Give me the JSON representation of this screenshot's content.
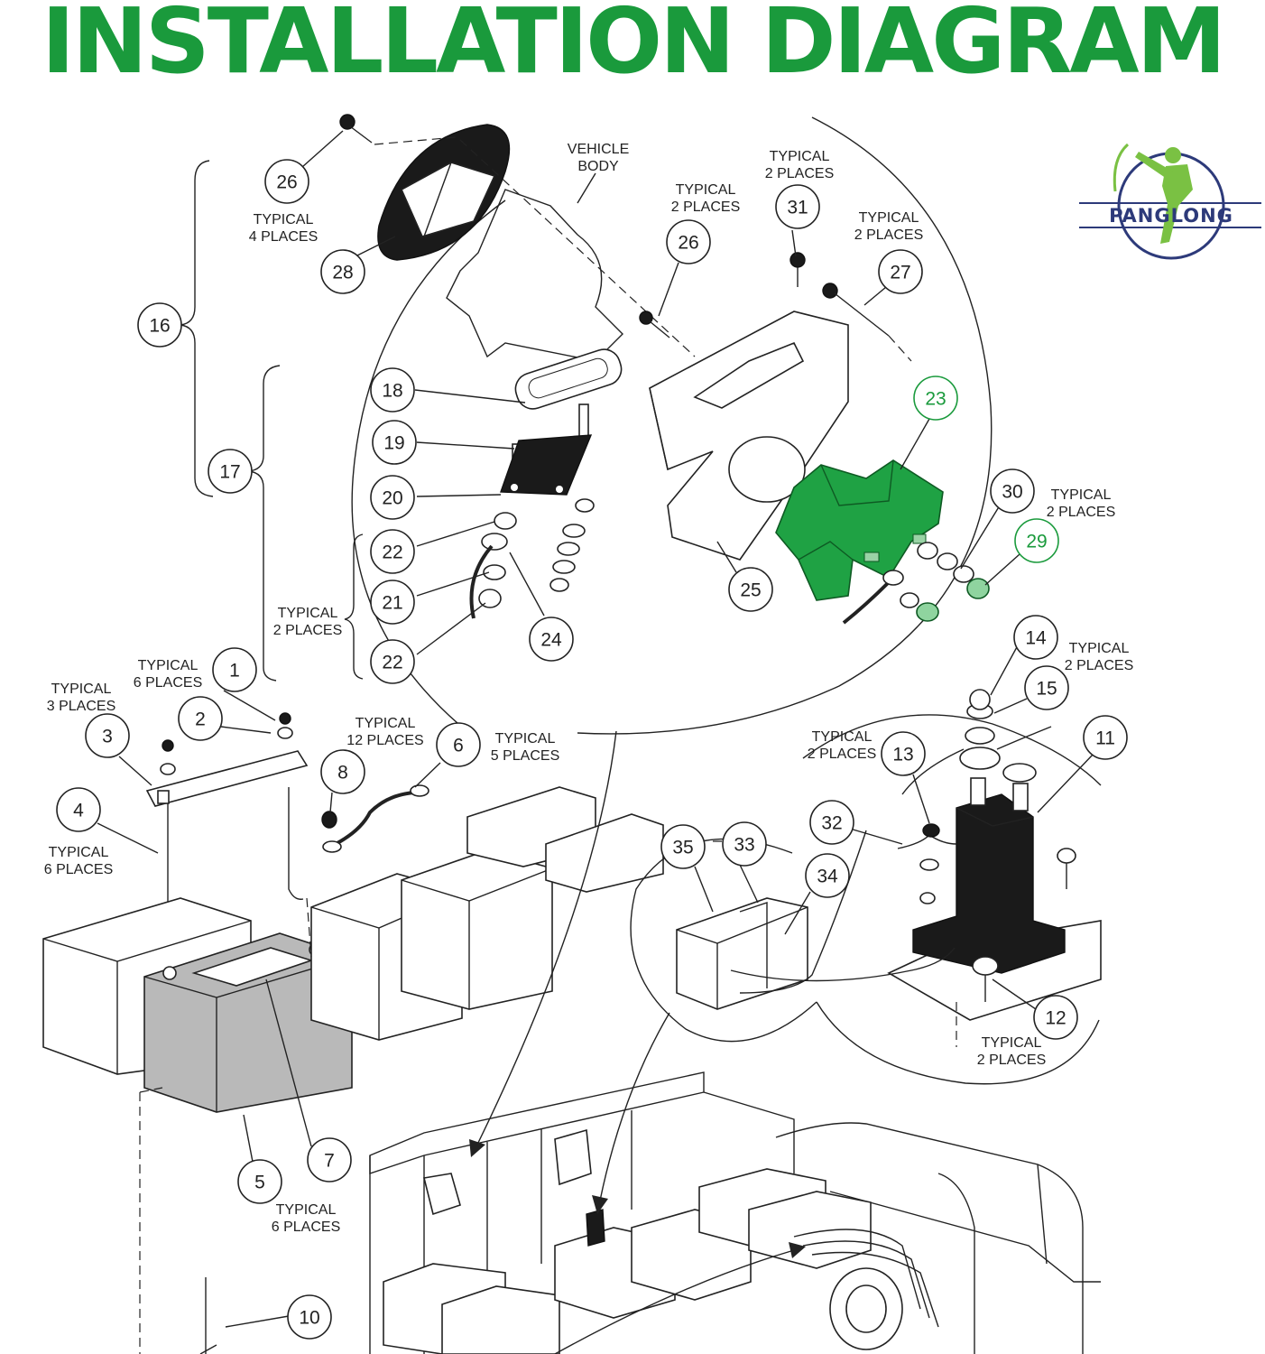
{
  "title": "INSTALLATION DIAGRAM",
  "logo": {
    "text": "PANGLONG",
    "ring_color": "#2d3a7a",
    "figure_color": "#7ac143"
  },
  "colors": {
    "title": "#1a9a3c",
    "highlight": "#1fa244"
  },
  "callouts": [
    {
      "id": "c26a",
      "label": "26"
    },
    {
      "id": "c28",
      "label": "28"
    },
    {
      "id": "c16",
      "label": "16"
    },
    {
      "id": "c18",
      "label": "18"
    },
    {
      "id": "c19",
      "label": "19"
    },
    {
      "id": "c20",
      "label": "20"
    },
    {
      "id": "c17",
      "label": "17"
    },
    {
      "id": "c22a",
      "label": "22"
    },
    {
      "id": "c21",
      "label": "21"
    },
    {
      "id": "c22b",
      "label": "22"
    },
    {
      "id": "c24",
      "label": "24"
    },
    {
      "id": "c26b",
      "label": "26"
    },
    {
      "id": "c31",
      "label": "31"
    },
    {
      "id": "c27",
      "label": "27"
    },
    {
      "id": "c23",
      "label": "23"
    },
    {
      "id": "c30",
      "label": "30"
    },
    {
      "id": "c29",
      "label": "29"
    },
    {
      "id": "c25",
      "label": "25"
    },
    {
      "id": "c14",
      "label": "14"
    },
    {
      "id": "c15",
      "label": "15"
    },
    {
      "id": "c13",
      "label": "13"
    },
    {
      "id": "c11",
      "label": "11"
    },
    {
      "id": "c32",
      "label": "32"
    },
    {
      "id": "c35",
      "label": "35"
    },
    {
      "id": "c33",
      "label": "33"
    },
    {
      "id": "c34",
      "label": "34"
    },
    {
      "id": "c12",
      "label": "12"
    },
    {
      "id": "c1",
      "label": "1"
    },
    {
      "id": "c2",
      "label": "2"
    },
    {
      "id": "c3",
      "label": "3"
    },
    {
      "id": "c4",
      "label": "4"
    },
    {
      "id": "c8",
      "label": "8"
    },
    {
      "id": "c6",
      "label": "6"
    },
    {
      "id": "c5",
      "label": "5"
    },
    {
      "id": "c7",
      "label": "7"
    },
    {
      "id": "c10",
      "label": "10"
    }
  ],
  "notes": [
    {
      "id": "n_vehicle",
      "lines": [
        "VEHICLE",
        "BODY"
      ]
    },
    {
      "id": "n_t4",
      "lines": [
        "TYPICAL",
        "4 PLACES"
      ]
    },
    {
      "id": "n_t2_31",
      "lines": [
        "TYPICAL",
        "2 PLACES"
      ]
    },
    {
      "id": "n_t2_26",
      "lines": [
        "TYPICAL",
        "2 PLACES"
      ]
    },
    {
      "id": "n_t2_27",
      "lines": [
        "TYPICAL",
        "2 PLACES"
      ]
    },
    {
      "id": "n_t2_30",
      "lines": [
        "TYPICAL",
        "2 PLACES"
      ]
    },
    {
      "id": "n_t2_22",
      "lines": [
        "TYPICAL",
        "2 PLACES"
      ]
    },
    {
      "id": "n_t2_14",
      "lines": [
        "TYPICAL",
        "2 PLACES"
      ]
    },
    {
      "id": "n_t2_13",
      "lines": [
        "TYPICAL",
        "2 PLACES"
      ]
    },
    {
      "id": "n_t2_12",
      "lines": [
        "TYPICAL",
        "2 PLACES"
      ]
    },
    {
      "id": "n_t6_1",
      "lines": [
        "TYPICAL",
        "6 PLACES"
      ]
    },
    {
      "id": "n_t3",
      "lines": [
        "TYPICAL",
        "3 PLACES"
      ]
    },
    {
      "id": "n_t12",
      "lines": [
        "TYPICAL",
        "12 PLACES"
      ]
    },
    {
      "id": "n_t5",
      "lines": [
        "TYPICAL",
        "5 PLACES"
      ]
    },
    {
      "id": "n_t6_4",
      "lines": [
        "TYPICAL",
        "6 PLACES"
      ]
    },
    {
      "id": "n_t6_5",
      "lines": [
        "TYPICAL",
        "6 PLACES"
      ]
    }
  ]
}
